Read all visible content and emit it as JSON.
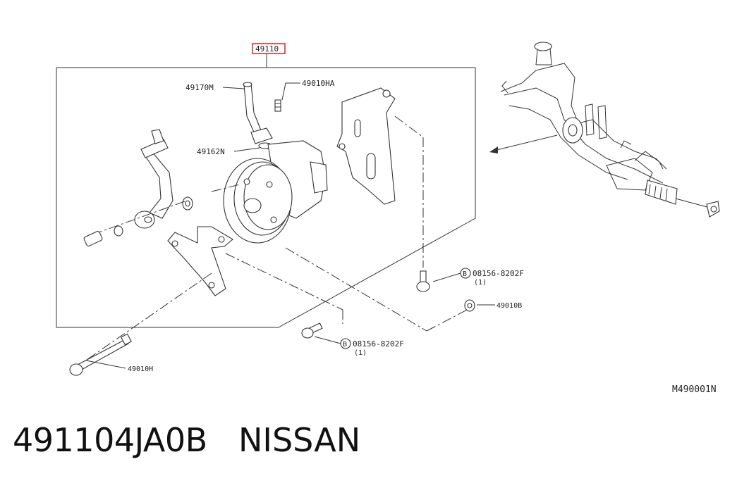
{
  "diagram": {
    "code": "M490001N",
    "assembly_label": "49110",
    "labels": {
      "hose": "49170M",
      "bolt_top": "49010HA",
      "gasket": "49162N",
      "bolt_right": "08156-8202F",
      "bolt_right_qty": "(1)",
      "washer_right": "49010B",
      "bolt_bottom": "08156-8202F",
      "bolt_bottom_qty": "(1)",
      "long_bolt": "49010H",
      "marker_letter": "B"
    },
    "highlight_color": "#e02020"
  },
  "footer": {
    "part_number": "491104JA0B",
    "brand": "NISSAN"
  }
}
